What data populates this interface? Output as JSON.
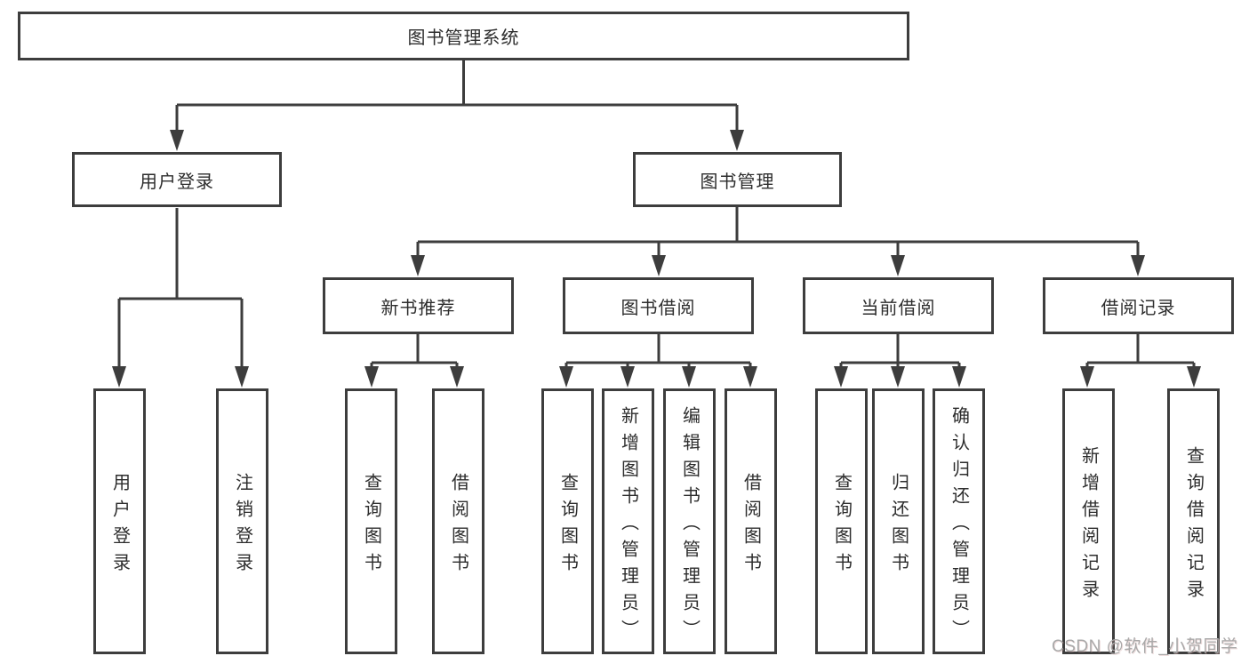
{
  "diagram": {
    "root": {
      "label": "图书管理系统"
    },
    "level2": [
      {
        "label": "用户登录"
      },
      {
        "label": "图书管理"
      }
    ],
    "level3": [
      {
        "label": "新书推荐",
        "parent": "图书管理"
      },
      {
        "label": "图书借阅",
        "parent": "图书管理"
      },
      {
        "label": "当前借阅",
        "parent": "图书管理"
      },
      {
        "label": "借阅记录",
        "parent": "图书管理"
      }
    ],
    "leaves": [
      {
        "label": "用户登录",
        "parent": "用户登录"
      },
      {
        "label": "注销登录",
        "parent": "用户登录"
      },
      {
        "label": "查询图书",
        "parent": "新书推荐"
      },
      {
        "label": "借阅图书",
        "parent": "新书推荐"
      },
      {
        "label": "查询图书",
        "parent": "图书借阅"
      },
      {
        "label": "新增图书（管理员）",
        "parent": "图书借阅"
      },
      {
        "label": "编辑图书（管理员）",
        "parent": "图书借阅"
      },
      {
        "label": "借阅图书",
        "parent": "图书借阅"
      },
      {
        "label": "查询图书",
        "parent": "当前借阅"
      },
      {
        "label": "归还图书",
        "parent": "当前借阅"
      },
      {
        "label": "确认归还（管理员）",
        "parent": "当前借阅"
      },
      {
        "label": "新增借阅记录",
        "parent": "借阅记录"
      },
      {
        "label": "查询借阅记录",
        "parent": "借阅记录"
      }
    ]
  },
  "watermark": {
    "text": "CSDN @软件_小贺同学"
  },
  "colors": {
    "line": "#3d3d3d",
    "box_border": "#3d3d3d",
    "text": "#2d2d2d",
    "background": "#ffffff",
    "watermark": "#a9a9a9"
  }
}
